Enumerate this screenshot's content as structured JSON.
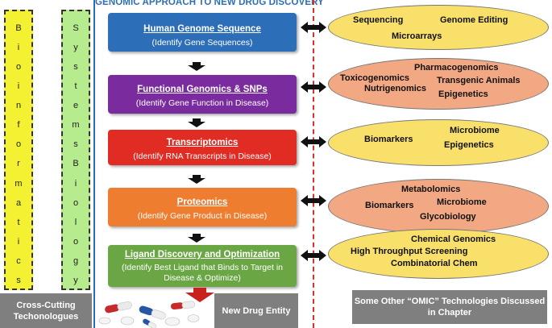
{
  "title": "GENOMIC APPROACH TO NEW DRUG DISCOVERY",
  "left_bars": {
    "bioinformatics": [
      "B",
      "i",
      "o",
      "i",
      "n",
      "f",
      "o",
      "r",
      "m",
      "a",
      "t",
      "i",
      "c",
      "s"
    ],
    "systems_biology": [
      "S",
      "y",
      "s",
      "t",
      "e",
      "m",
      "s",
      "B",
      "i",
      "o",
      "l",
      "o",
      "g",
      "y"
    ]
  },
  "stages": [
    {
      "heading": "Human Genome Sequence",
      "sub": "(Identify Gene Sequences)"
    },
    {
      "heading": "Functional Genomics & SNPs",
      "sub": "(Identify Gene Function in Disease)"
    },
    {
      "heading": "Transcriptomics",
      "sub": "(Identify RNA Transcripts in Disease)"
    },
    {
      "heading": "Proteomics",
      "sub": "(Identify Gene Product in Disease)"
    },
    {
      "heading": "Ligand Discovery and Optimization",
      "sub": "(Identify Best Ligand that Binds to Target in Disease & Optimize)"
    }
  ],
  "omics": [
    [
      "Sequencing",
      "Genome Editing",
      "Microarrays"
    ],
    [
      "Pharmacogenomics",
      "Toxicogenomics",
      "Transgenic Animals",
      "Nutrigenomics",
      "Epigenetics"
    ],
    [
      "Biomarkers",
      "Microbiome",
      "Epigenetics"
    ],
    [
      "Metabolomics",
      "Biomarkers",
      "Microbiome",
      "Glycobiology"
    ],
    [
      "Chemical Genomics",
      "High Throughput Screening",
      "Combinatorial Chem"
    ]
  ],
  "bottom": {
    "cross_cutting": "Cross-Cutting Techonologues",
    "new_drug": "New Drug Entity",
    "other_omic": "Some Other “OMIC” Technologies Discussed in Chapter"
  },
  "colors": {
    "title": "#2e6fb4",
    "bioinformatics_bar": "#f4f132",
    "systems_biology_bar": "#b7ec8e",
    "stage_1": "#2d6eb8",
    "stage_2": "#7a2c9e",
    "stage_3": "#e02c23",
    "stage_4": "#ee7d30",
    "stage_5": "#6aa744",
    "yellow_oval": "#f9e06a",
    "salmon_oval": "#f2a882",
    "gray_box": "#7f7f7f"
  }
}
